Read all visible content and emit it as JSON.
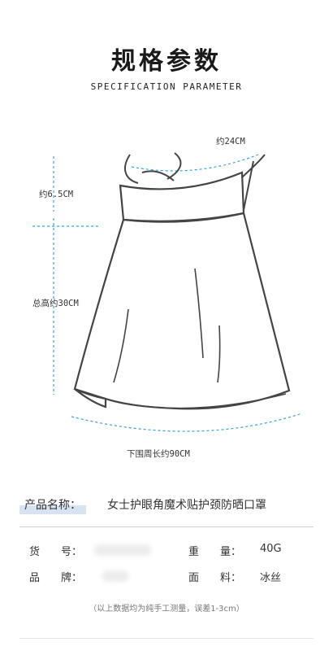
{
  "header": {
    "title": "规格参数",
    "subtitle": "SPECIFICATION PARAMETER"
  },
  "dimensions": {
    "top_width": "约24CM",
    "band_height": "约6.5CM",
    "total_height": "总高约30CM",
    "bottom_circumference": "下围周长约90CM"
  },
  "product": {
    "name_label": "产品名称",
    "name_colon": "：",
    "name_value": "女士护眼角魔术贴护颈防晒口罩"
  },
  "specs": {
    "item_no_label": "货　　号",
    "item_no_colon": "：",
    "weight_label": "重　　量",
    "weight_colon": "：",
    "weight_value": "40G",
    "brand_label": "品　　牌",
    "brand_colon": "：",
    "material_label": "面　　料",
    "material_colon": "：",
    "material_value": "冰丝"
  },
  "footnote": "（以上数据均为纯手工测量，误差1-3cm）",
  "colors": {
    "dimension_line": "#3aa0dc",
    "outline": "#444444",
    "label_highlight": "#d7e3f1"
  }
}
